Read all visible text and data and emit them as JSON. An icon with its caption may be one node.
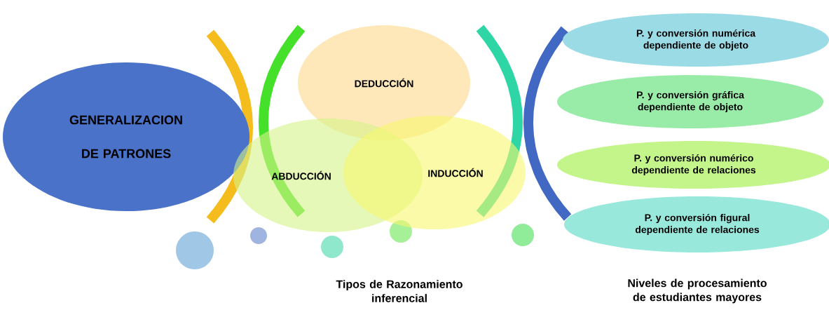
{
  "diagram": {
    "nodes": [
      {
        "text": [
          "GENERALIZACION DE PATRONES"
        ]
      },
      {
        "text": [
          "DEDUCCIÓN"
        ]
      },
      {
        "text": [
          "ABDUCCIÓN"
        ]
      },
      {
        "text": [
          "INDUCCIÓN"
        ]
      },
      {
        "text": [
          "P. y conversión numérica dependiente de objeto"
        ]
      },
      {
        "text": [
          "P. y conversión gráfica dependiente de objeto"
        ]
      },
      {
        "text": [
          "P. y conversión numérico dependiente de relaciones"
        ]
      },
      {
        "text": [
          "P. y conversión figural dependiente de relaciones"
        ]
      }
    ],
    "labels": [
      "Tipos de Razonamiento inferencial",
      "Niveles de procesamiento de estudiantes mayores"
    ]
  }
}
